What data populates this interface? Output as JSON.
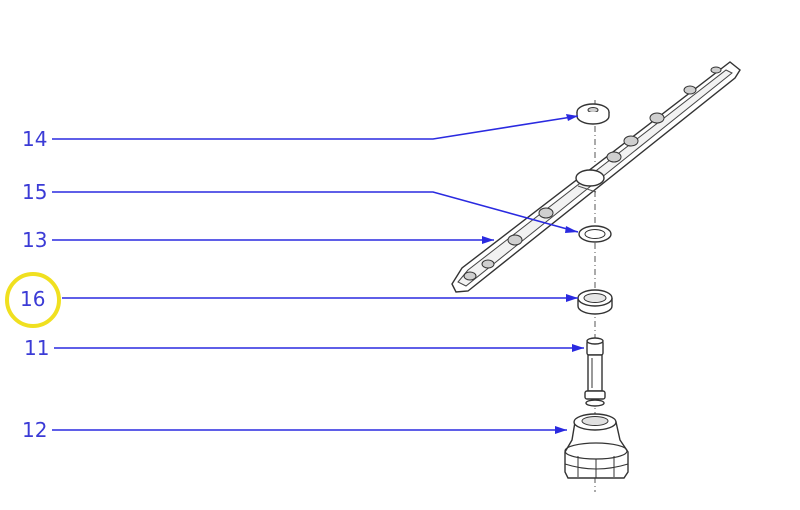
{
  "callouts": [
    {
      "id": "c14",
      "label": "14"
    },
    {
      "id": "c15",
      "label": "15"
    },
    {
      "id": "c13",
      "label": "13"
    },
    {
      "id": "c16",
      "label": "16",
      "highlighted": true
    },
    {
      "id": "c11",
      "label": "11"
    },
    {
      "id": "c12",
      "label": "12"
    }
  ],
  "colors": {
    "leader": "#2a2ae0",
    "label": "#3b3bd6",
    "highlight": "#f0e020",
    "drawing": "#333333"
  }
}
